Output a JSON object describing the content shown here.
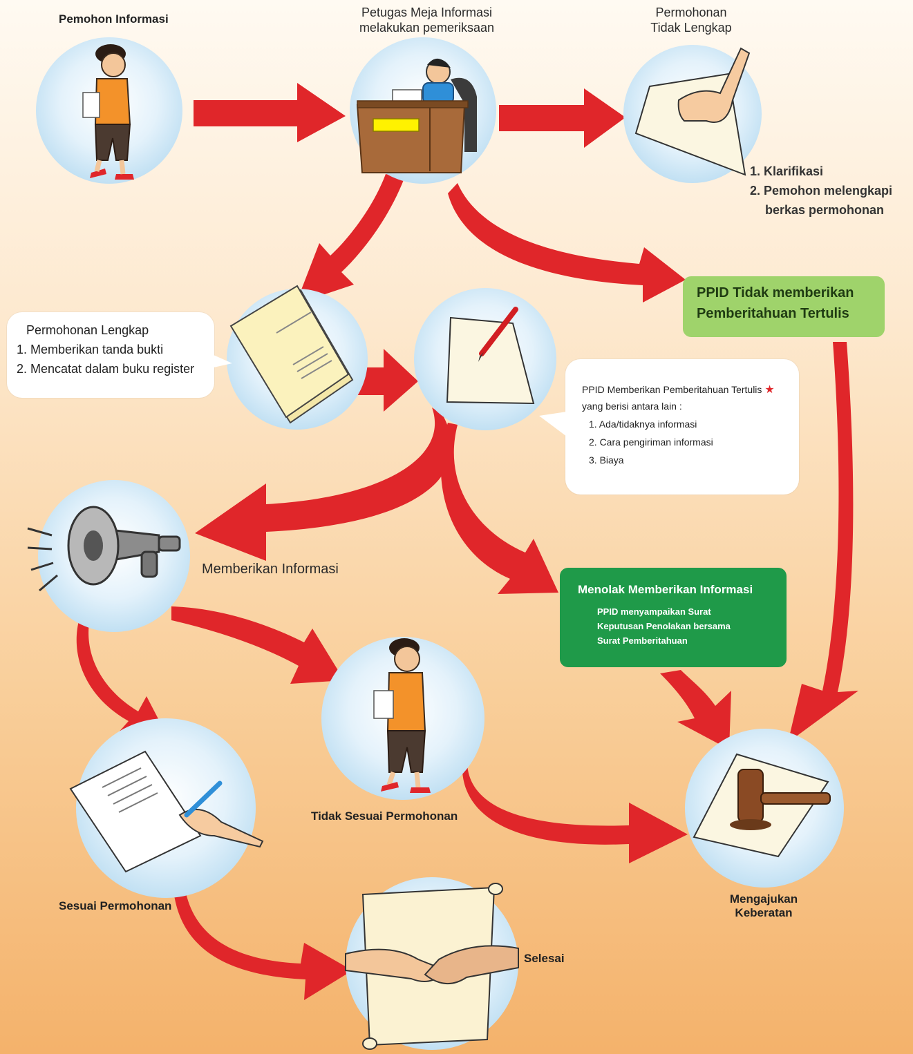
{
  "labels": {
    "pemohon": "Pemohon Informasi",
    "petugas_line1": "Petugas Meja Informasi",
    "petugas_line2": "melakukan pemeriksaan",
    "tidak_lengkap_line1": "Permohonan",
    "tidak_lengkap_line2": "Tidak Lengkap",
    "klarifikasi_1": "1. Klarifikasi",
    "klarifikasi_2": "2. Pemohon melengkapi",
    "klarifikasi_3": "berkas permohonan",
    "memberikan_informasi": "Memberikan Informasi",
    "tidak_sesuai": "Tidak Sesuai Permohonan",
    "sesuai": "Sesuai Permohonan",
    "mengajukan_line1": "Mengajukan",
    "mengajukan_line2": "Keberatan",
    "selesai": "Selesai"
  },
  "callout_lengkap": {
    "title": "Permohonan Lengkap",
    "item1": "1. Memberikan tanda bukti",
    "item2": "2. Mencatat dalam buku register"
  },
  "callout_ppid": {
    "line1": "PPID Memberikan Pemberitahuan Tertulis",
    "star": "★",
    "line2": "yang berisi antara lain :",
    "item1": "1. Ada/tidaknya informasi",
    "item2": "2. Cara pengiriman informasi",
    "item3": "3. Biaya"
  },
  "box_tidak_memberikan": {
    "line1": "PPID Tidak memberikan",
    "line2": "Pemberitahuan Tertulis"
  },
  "box_menolak": {
    "title": "Menolak Memberikan Informasi",
    "line1": "PPID menyampaikan Surat",
    "line2": "Keputusan Penolakan bersama",
    "line3": "Surat Pemberitahuan"
  },
  "desk_sign": "",
  "colors": {
    "arrow": "#e0262a",
    "circle": "#cfe8f6",
    "light_green": "#9ed36a",
    "dark_green": "#1f9a49",
    "star": "#e0262a"
  }
}
